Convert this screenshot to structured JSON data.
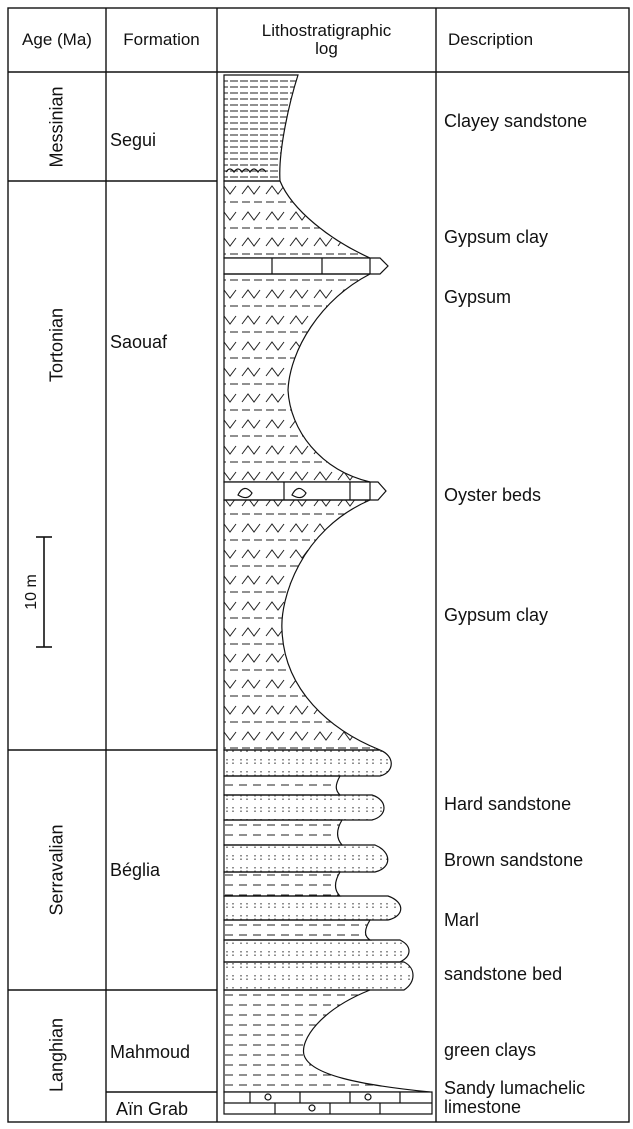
{
  "headers": {
    "age": "Age (Ma)",
    "formation": "Formation",
    "log_line1": "Lithostratigraphic",
    "log_line2": "log",
    "description": "Description"
  },
  "ages": {
    "messinian": "Messinian",
    "tortonian": "Tortonian",
    "serravalian": "Serravalian",
    "langhian": "Langhian"
  },
  "formations": {
    "segui": "Segui",
    "saouaf": "Saouaf",
    "beglia": "Béglia",
    "mahmoud": "Mahmoud",
    "ain_grab": "Aïn Grab"
  },
  "descriptions": {
    "clayey_sandstone": "Clayey sandstone",
    "gypsum_clay_1": "Gypsum clay",
    "gypsum": "Gypsum",
    "oyster_beds": "Oyster beds",
    "gypsum_clay_2": "Gypsum clay",
    "hard_sandstone": "Hard sandstone",
    "brown_sandstone": "Brown sandstone",
    "marl": "Marl",
    "sandstone_bed": "sandstone bed",
    "green_clays": "green clays",
    "sandy_lumachelic_1": "Sandy lumachelic",
    "sandy_lumachelic_2": "limestone"
  },
  "scale_bar": {
    "label": "10 m"
  }
}
